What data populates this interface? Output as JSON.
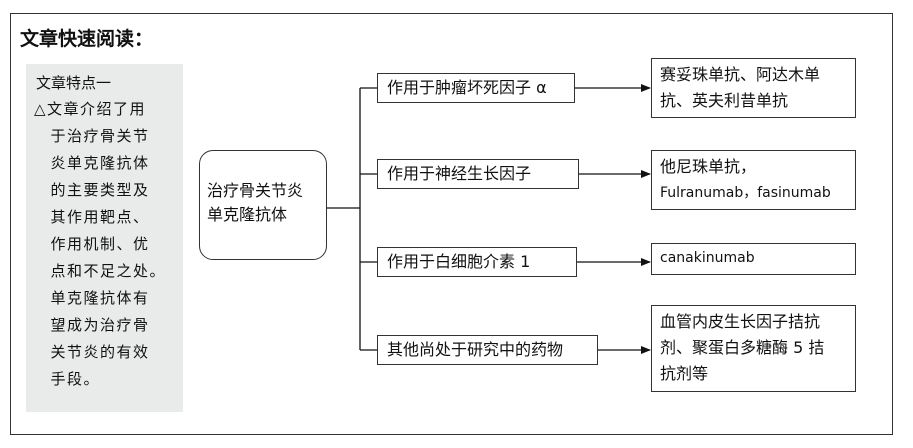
{
  "title": "文章快速阅读：",
  "sidebar": {
    "heading": "文章特点一",
    "lines": [
      "△文章介绍了用",
      "　于治疗骨关节",
      "　炎单克隆抗体",
      "　的主要类型及",
      "　其作用靶点、",
      "　作用机制、优",
      "　点和不足之处。",
      "　单克隆抗体有",
      "　望成为治疗骨",
      "　关节炎的有效",
      "　手段。"
    ]
  },
  "center": {
    "line1": "治疗骨关节炎",
    "line2": "单克隆抗体"
  },
  "branches": [
    {
      "label": "作用于肿瘤坏死因子 α",
      "targets": [
        "赛妥珠单抗、阿达木单",
        "抗、英夫利昔单抗"
      ]
    },
    {
      "label": "作用于神经生长因子",
      "targets": [
        "他尼珠单抗，",
        "Fulranumab，fasinumab"
      ]
    },
    {
      "label": "作用于白细胞介素 1",
      "targets": [
        "canakinumab"
      ]
    },
    {
      "label": "其他尚处于研究中的药物",
      "targets": [
        "血管内皮生长因子拮抗",
        "剂、聚蛋白多糖酶 5 拮",
        "抗剂等"
      ]
    }
  ]
}
